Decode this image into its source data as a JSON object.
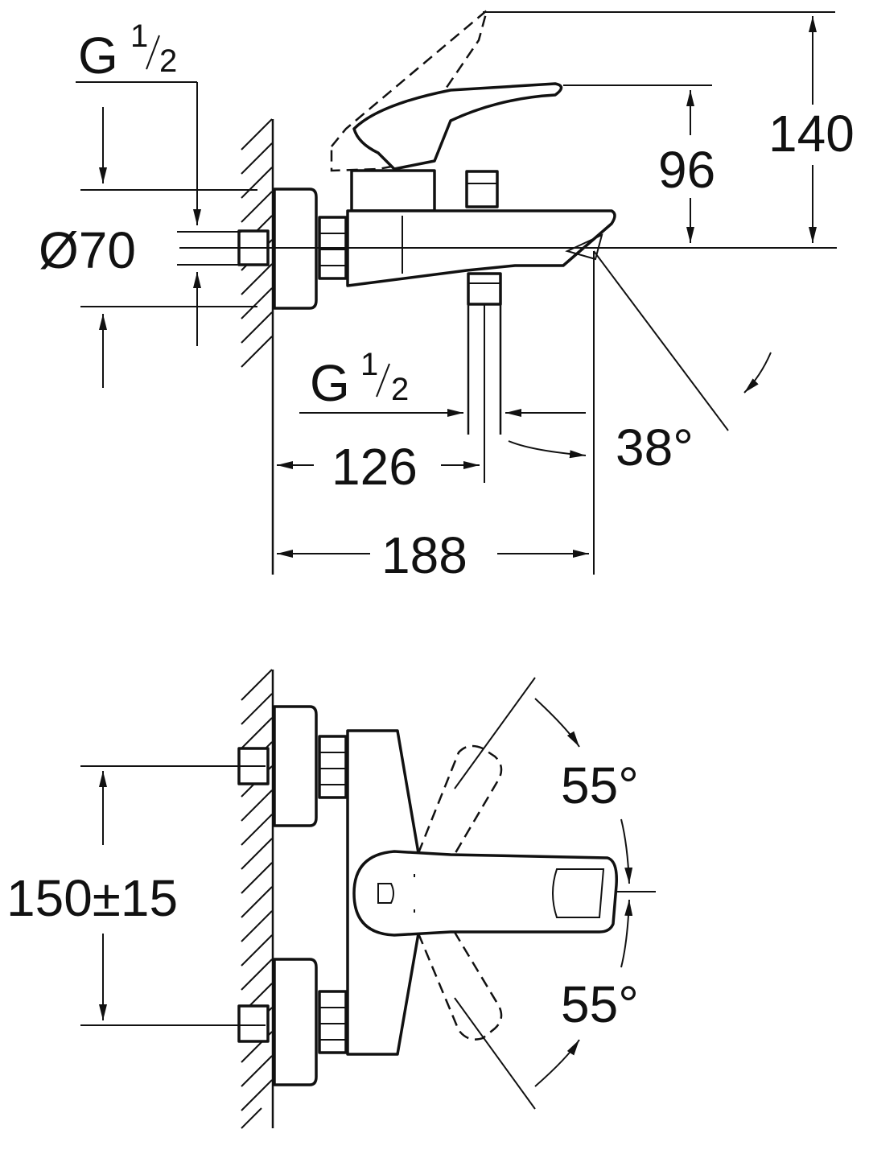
{
  "side_view": {
    "thread_wall": {
      "letter": "G",
      "num": "1",
      "den": "2"
    },
    "thread_outlet": {
      "letter": "G",
      "num": "1",
      "den": "2"
    },
    "diameter": "Ø70",
    "height_spout": "96",
    "height_total": "140",
    "angle_outlet": "38°",
    "width_outlet": "126",
    "width_total": "188"
  },
  "front_view": {
    "angle_up": "55°",
    "angle_down": "55°",
    "centre_distance": "150±15"
  }
}
